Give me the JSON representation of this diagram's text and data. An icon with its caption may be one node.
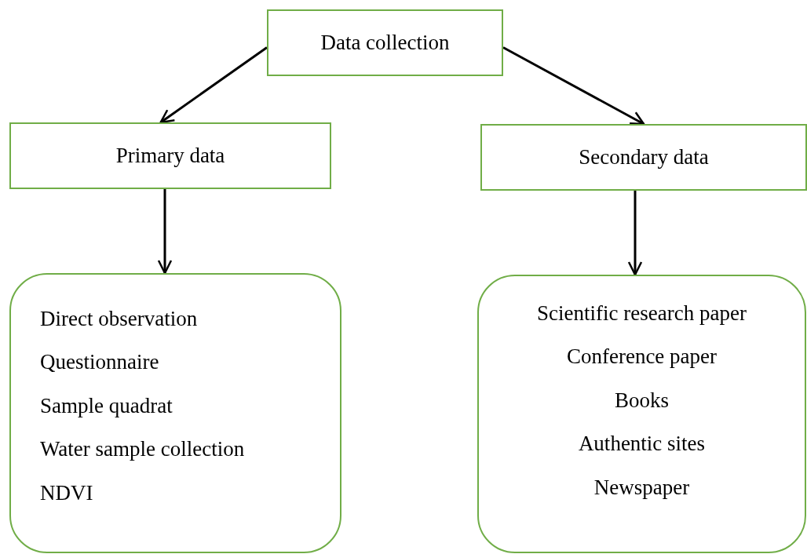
{
  "diagram": {
    "nodes": [
      {
        "text": [
          "Data collection"
        ]
      },
      {
        "text": [
          "Primary data"
        ]
      },
      {
        "text": [
          "Secondary data"
        ]
      },
      {
        "text": [
          "Direct observation",
          "Questionnaire",
          "Sample quadrat",
          "Water sample collection",
          "NDVI"
        ]
      },
      {
        "text": [
          "Scientific research paper",
          "Conference paper",
          "Books",
          "Authentic sites",
          "Newspaper"
        ]
      }
    ],
    "edges": [
      {
        "from": 0,
        "to": 1,
        "arrow": "to"
      },
      {
        "from": 0,
        "to": 2,
        "arrow": "to"
      },
      {
        "from": 1,
        "to": 3,
        "arrow": "to"
      },
      {
        "from": 2,
        "to": 4,
        "arrow": "to"
      }
    ]
  }
}
